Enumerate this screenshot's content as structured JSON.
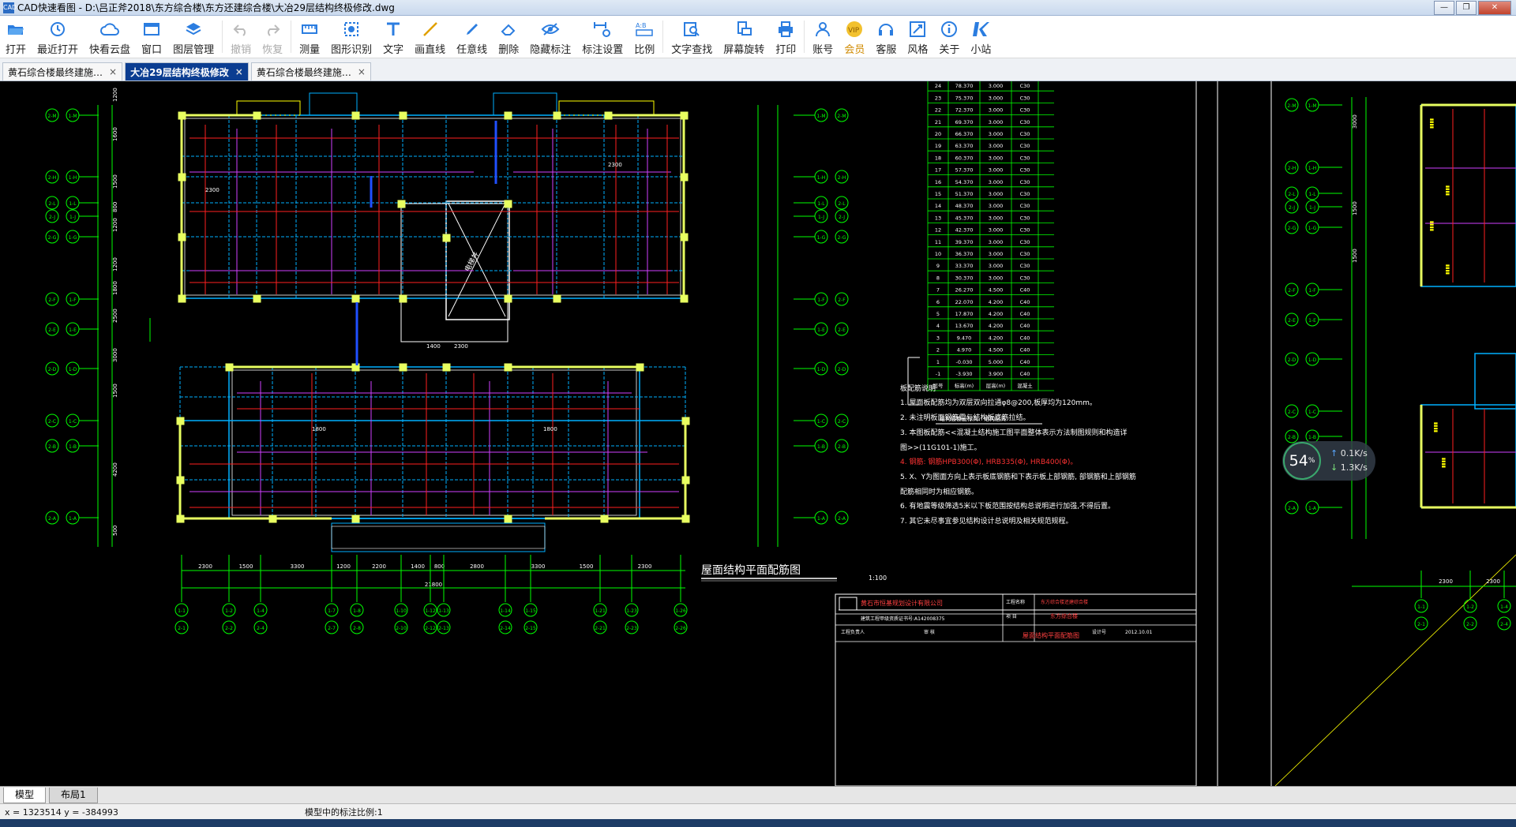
{
  "window": {
    "title": "CAD快速看图 - D:\\吕正斧2018\\东方综合楼\\东方还建综合楼\\大冶29层结构终极修改.dwg",
    "app_icon": "CAD"
  },
  "toolbar": [
    {
      "key": "open",
      "label": "打开",
      "icon": "folder-open-icon",
      "enabled": true
    },
    {
      "key": "recent",
      "label": "最近打开",
      "icon": "history-icon",
      "enabled": true
    },
    {
      "key": "cloud",
      "label": "快看云盘",
      "icon": "cloud-icon",
      "enabled": true
    },
    {
      "key": "window",
      "label": "窗口",
      "icon": "window-icon",
      "enabled": true
    },
    {
      "key": "layers",
      "label": "图层管理",
      "icon": "layers-icon",
      "enabled": true
    },
    {
      "key": "undo",
      "label": "撤销",
      "icon": "undo-icon",
      "enabled": false
    },
    {
      "key": "redo",
      "label": "恢复",
      "icon": "redo-icon",
      "enabled": false
    },
    {
      "key": "measure",
      "label": "测量",
      "icon": "ruler-icon",
      "enabled": true
    },
    {
      "key": "recognize",
      "label": "图形识别",
      "icon": "shape-recognize-icon",
      "enabled": true
    },
    {
      "key": "text",
      "label": "文字",
      "icon": "text-icon",
      "enabled": true
    },
    {
      "key": "line",
      "label": "画直线",
      "icon": "line-icon",
      "enabled": true
    },
    {
      "key": "freeline",
      "label": "任意线",
      "icon": "pen-icon",
      "enabled": true
    },
    {
      "key": "erase",
      "label": "删除",
      "icon": "eraser-icon",
      "enabled": true
    },
    {
      "key": "hide",
      "label": "隐藏标注",
      "icon": "eye-icon",
      "enabled": true
    },
    {
      "key": "dimset",
      "label": "标注设置",
      "icon": "dimension-settings-icon",
      "enabled": true
    },
    {
      "key": "scale",
      "label": "比例",
      "icon": "scale-icon",
      "enabled": true
    },
    {
      "key": "findtext",
      "label": "文字查找",
      "icon": "search-icon",
      "enabled": true
    },
    {
      "key": "rotate",
      "label": "屏幕旋转",
      "icon": "rotate-screen-icon",
      "enabled": true
    },
    {
      "key": "print",
      "label": "打印",
      "icon": "printer-icon",
      "enabled": true
    },
    {
      "key": "account",
      "label": "账号",
      "icon": "user-icon",
      "enabled": true
    },
    {
      "key": "vip",
      "label": "会员",
      "icon": "vip-icon",
      "enabled": true
    },
    {
      "key": "support",
      "label": "客服",
      "icon": "headset-icon",
      "enabled": true
    },
    {
      "key": "style",
      "label": "风格",
      "icon": "style-icon",
      "enabled": true
    },
    {
      "key": "about",
      "label": "关于",
      "icon": "info-icon",
      "enabled": true
    },
    {
      "key": "site",
      "label": "小站",
      "icon": "k-logo-icon",
      "enabled": true
    }
  ],
  "tabs": [
    {
      "label": "黄石综合楼最终建施…",
      "active": false,
      "close": "×"
    },
    {
      "label": "大冶29层结构终极修改",
      "active": true,
      "close": "×"
    },
    {
      "label": "黄石综合楼最终建施…",
      "active": false,
      "close": "×"
    }
  ],
  "drawing": {
    "plan_title": "屋面结构平面配筋图",
    "plan_scale": "1:100",
    "total_dim": "21800",
    "bottom_dims": [
      "2300",
      "1500",
      "3300",
      "1200",
      "2200",
      "1400",
      "800",
      "2800",
      "3300",
      "1500",
      "2300"
    ],
    "left_dims": [
      "1200",
      "1600",
      "1500",
      "800",
      "1200",
      "1200",
      "1800",
      "2500",
      "3000",
      "1500",
      "4200",
      "500"
    ],
    "axis_left": [
      "2-M",
      "2-H",
      "2-L",
      "2-J",
      "2-G",
      "2-F",
      "2-E",
      "2-D",
      "2-C",
      "2-B",
      "2-A"
    ],
    "axis_left_inner": [
      "1-M",
      "1-H",
      "1-L",
      "1-J",
      "1-G",
      "1-F",
      "1-E",
      "1-D",
      "1-C",
      "1-B",
      "1-A"
    ],
    "axis_bottom_top": [
      "1-1",
      "1-2",
      "1-4",
      "1-7",
      "1-8",
      "1-10",
      "1-12",
      "1-13",
      "1-14",
      "1-15",
      "1-21",
      "1-23",
      "1-26"
    ],
    "axis_bottom_bot": [
      "2-1",
      "2-2",
      "2-4",
      "2-7",
      "2-8",
      "2-10",
      "2-12",
      "2-13",
      "2-14",
      "2-15",
      "2-21",
      "2-23",
      "2-26"
    ],
    "stair_label": "电梯井",
    "floor_table": {
      "rows": [
        [
          "24",
          "78.370",
          "3.000",
          "C30"
        ],
        [
          "23",
          "75.370",
          "3.000",
          "C30"
        ],
        [
          "22",
          "72.370",
          "3.000",
          "C30"
        ],
        [
          "21",
          "69.370",
          "3.000",
          "C30"
        ],
        [
          "20",
          "66.370",
          "3.000",
          "C30"
        ],
        [
          "19",
          "63.370",
          "3.000",
          "C30"
        ],
        [
          "18",
          "60.370",
          "3.000",
          "C30"
        ],
        [
          "17",
          "57.370",
          "3.000",
          "C30"
        ],
        [
          "16",
          "54.370",
          "3.000",
          "C30"
        ],
        [
          "15",
          "51.370",
          "3.000",
          "C30"
        ],
        [
          "14",
          "48.370",
          "3.000",
          "C30"
        ],
        [
          "13",
          "45.370",
          "3.000",
          "C30"
        ],
        [
          "12",
          "42.370",
          "3.000",
          "C30"
        ],
        [
          "11",
          "39.370",
          "3.000",
          "C30"
        ],
        [
          "10",
          "36.370",
          "3.000",
          "C30"
        ],
        [
          "9",
          "33.370",
          "3.000",
          "C30"
        ],
        [
          "8",
          "30.370",
          "3.000",
          "C30"
        ],
        [
          "7",
          "26.270",
          "4.500",
          "C40"
        ],
        [
          "6",
          "22.070",
          "4.200",
          "C40"
        ],
        [
          "5",
          "17.870",
          "4.200",
          "C40"
        ],
        [
          "4",
          "13.670",
          "4.200",
          "C40"
        ],
        [
          "3",
          "9.470",
          "4.200",
          "C40"
        ],
        [
          "2",
          "4.970",
          "4.500",
          "C40"
        ],
        [
          "1",
          "-0.030",
          "5.000",
          "C40"
        ],
        [
          "-1",
          "-3.930",
          "3.900",
          "C40"
        ]
      ],
      "header": [
        "层号",
        "标高(m)",
        "层高(m)",
        "混凝土"
      ],
      "caption": "结构层楼面标高、结构层高"
    },
    "notes": [
      {
        "text": "板配筋说明",
        "color": "#ffffff"
      },
      {
        "text": "1. 屋面板配筋均为双层双向拉通φ8@200,板厚均为120mm。",
        "color": "#ffffff"
      },
      {
        "text": "2. 未注明板面钢筋需与结构板底筋拉结。",
        "color": "#ffffff"
      },
      {
        "text": "3. 本图板配筋<<混凝土结构施工图平面整体表示方法制图规则和构造详",
        "color": "#ffffff"
      },
      {
        "text": "图>>(11G101-1)施工。",
        "color": "#ffffff"
      },
      {
        "text": "4. 钢筋: 钢筋HPB300(Φ), HRB335(Φ), HRB400(Φ)。",
        "color": "#ff3333"
      },
      {
        "text": "5. X、Y为图面方向上表示板底钢筋和下表示板上部钢筋, 部钢筋和上部钢筋",
        "color": "#ffffff"
      },
      {
        "text": "配筋相同时为相应钢筋。",
        "color": "#ffffff"
      },
      {
        "text": "6. 有地震等级筛选5米以下板范围按结构总说明进行加强,不得后置。",
        "color": "#ffffff"
      },
      {
        "text": "7. 其它未尽事宜参见结构设计总说明及相关规范规程。",
        "color": "#ffffff"
      }
    ],
    "title_block": {
      "company": "黄石市恒基规划设计有限公司",
      "company_sub": "建筑工程甲级资质证书号:A142008375",
      "project_label": "工程名称",
      "project": "东方综合楼还建综合楼",
      "item_label": "项 目",
      "item": "东方综合楼",
      "drawing_name": "屋面结构平面配筋图",
      "designer_label": "工程负责人",
      "review_label": "审 核",
      "date_label": "设计号",
      "date": "2012.10.01"
    },
    "right_view": {
      "dims_top": [
        "3000",
        "1500",
        "1500"
      ],
      "dims_bottom": [
        "2300",
        "2300"
      ],
      "axis": [
        "2-M",
        "2-H",
        "2-L",
        "2-J",
        "2-G",
        "2-F",
        "2-E",
        "2-D",
        "2-C",
        "2-B",
        "2-A"
      ],
      "axis_bottom": [
        "1-1",
        "1-2",
        "1-4",
        "2-1",
        "2-2",
        "2-4"
      ]
    }
  },
  "network_overlay": {
    "percent": "54",
    "percent_unit": "%",
    "up": "0.1K/s",
    "down": "1.3K/s"
  },
  "bottom_tabs": [
    {
      "label": "模型",
      "active": true
    },
    {
      "label": "布局1",
      "active": false
    }
  ],
  "status": {
    "coords": "x = 1323514  y = -384993",
    "scale_text": "模型中的标注比例:1"
  }
}
